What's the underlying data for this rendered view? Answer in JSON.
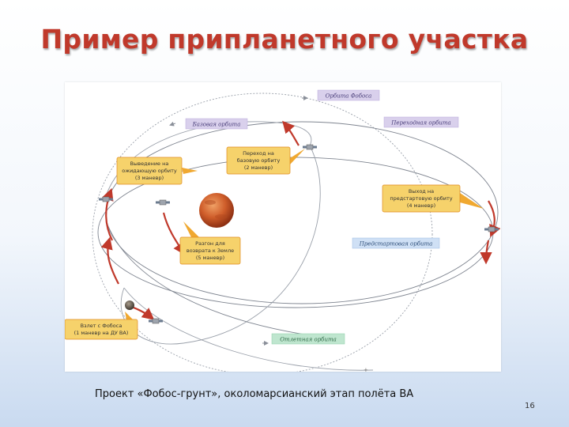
{
  "slide": {
    "title": "Пример припланетного участка",
    "caption": "Проект «Фобос-грунт», околомарсианский этап полёта ВА",
    "page_number": "16"
  },
  "diagram": {
    "orbit_labels": {
      "phobos": "Орбита Фобоса",
      "base": "Базовая орбита",
      "transfer": "Переходная орбита",
      "prelaunch": "Предстартовая орбита",
      "departure": "Отлетная орбита"
    },
    "callouts": {
      "waiting_orbit": [
        "Выведение на",
        "ожидающую орбиту",
        "(3 маневр)"
      ],
      "base_transfer": [
        "Переход на",
        "базовую орбиту",
        "(2 маневр)"
      ],
      "prelaunch_exit": [
        "Выход на",
        "предстартовую орбиту",
        "(4 маневр)"
      ],
      "earth_return": [
        "Разгон для",
        "возврата к Земле",
        "(5 маневр)"
      ],
      "phobos_launch": [
        "Взлет с Фобоса",
        "(1 маневр на ДУ ВА)"
      ]
    },
    "colors": {
      "title": "#c0392b",
      "maneuver_arrow": "#c0392b",
      "callout_fill": "#f6d26b",
      "callout_border": "#e08a1e",
      "label_purple": "#d9d0ec",
      "label_blue": "#cfe0f5",
      "label_green": "#bfe6cf"
    }
  }
}
